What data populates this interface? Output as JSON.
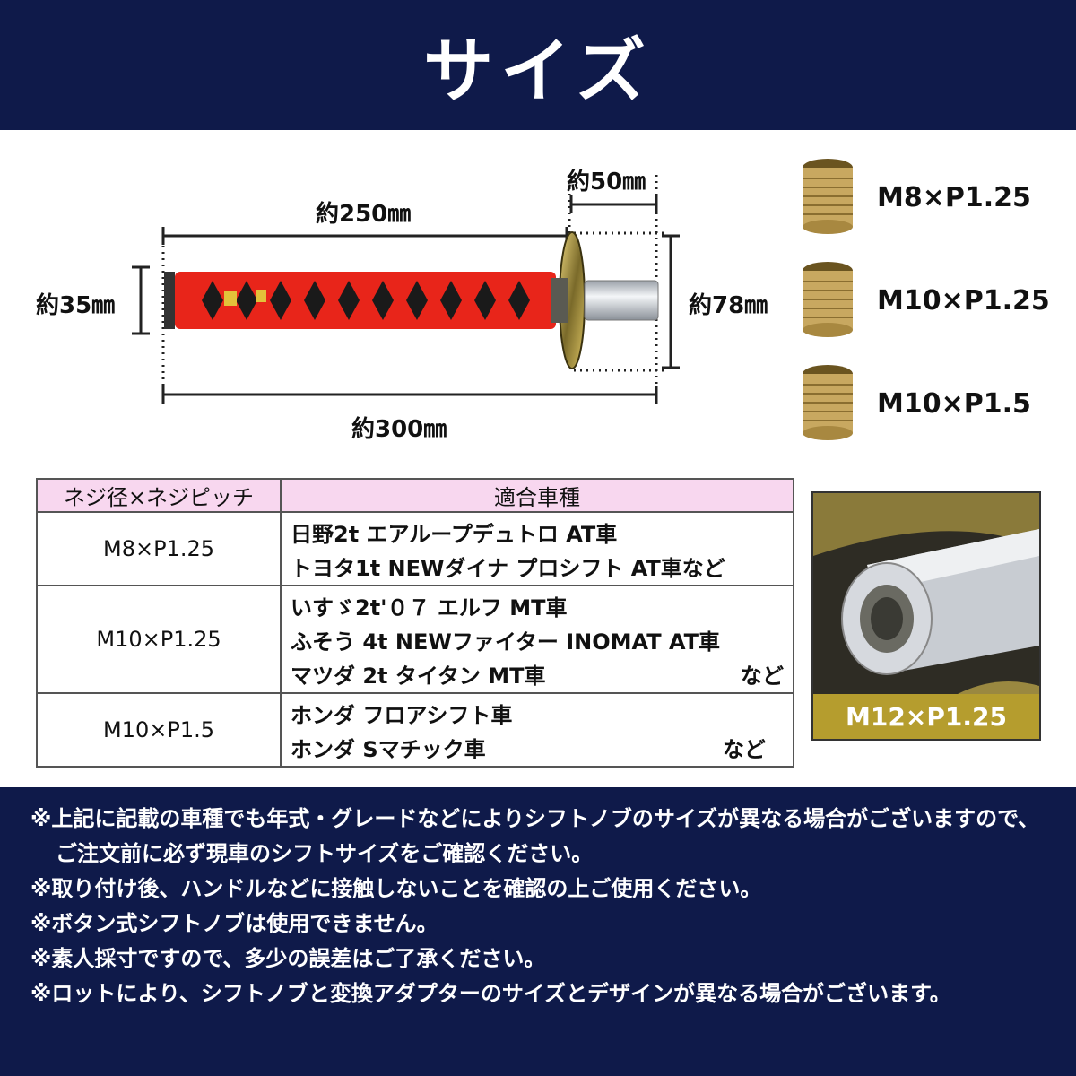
{
  "header": {
    "title": "サイズ"
  },
  "dimensions": {
    "length_grip": "約250㎜",
    "length_guard": "約50㎜",
    "length_total": "約300㎜",
    "diameter_grip": "約35㎜",
    "diameter_guard": "約78㎜"
  },
  "adapters": [
    {
      "label": "M8×P1.25"
    },
    {
      "label": "M10×P1.25"
    },
    {
      "label": "M10×P1.5"
    }
  ],
  "table": {
    "headers": [
      "ネジ径×ネジピッチ",
      "適合車種"
    ],
    "rows": [
      {
        "pitch": "M8×P1.25",
        "models": [
          {
            "text": "日野2t エアループデュトロ AT車",
            "suffix": ""
          },
          {
            "text": "トヨタ1t NEWダイナ プロシフト AT車など",
            "suffix": ""
          }
        ]
      },
      {
        "pitch": "M10×P1.25",
        "models": [
          {
            "text": "いすゞ2t'０７ エルフ MT車",
            "suffix": ""
          },
          {
            "text": "ふそう 4t NEWファイター INOMAT AT車",
            "suffix": ""
          },
          {
            "text": "マツダ 2t タイタン MT車",
            "suffix": "など"
          }
        ]
      },
      {
        "pitch": "M10×P1.5",
        "models": [
          {
            "text": "ホンダ フロアシフト車",
            "suffix": ""
          },
          {
            "text": "ホンダ Sマチック車",
            "suffix": "など"
          }
        ]
      }
    ]
  },
  "closeup": {
    "caption": "M12×P1.25"
  },
  "notes": [
    "※上記に記載の車種でも年式・グレードなどによりシフトノブのサイズが異なる場合がございますので、ご注文前に必ず現車のシフトサイズをご確認ください。",
    "※取り付け後、ハンドルなどに接触しないことを確認の上ご使用ください。",
    "※ボタン式シフトノブは使用できません。",
    "※素人採寸ですので、多少の誤差はご了承ください。",
    "※ロットにより、シフトノブと変換アダプターのサイズとデザインが異なる場合がございます。"
  ],
  "colors": {
    "navy": "#0f1a4a",
    "table_header_pink": "#f8d7ef",
    "grip_red": "#e8251a",
    "gold": "#b59d2e"
  }
}
